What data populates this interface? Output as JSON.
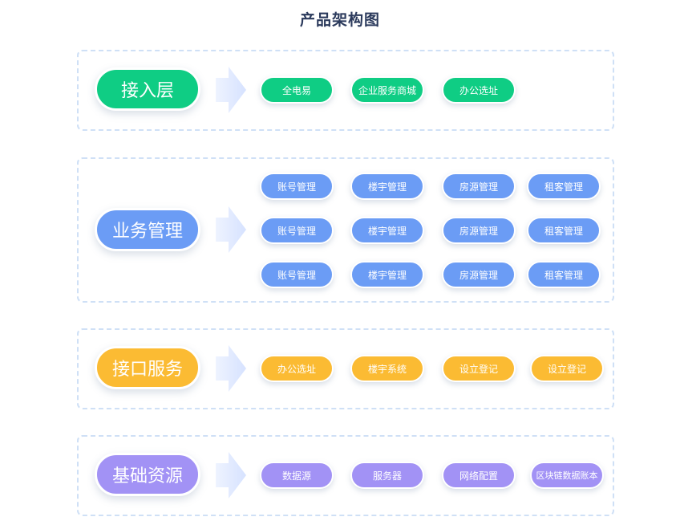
{
  "title": "产品架构图",
  "colors": {
    "green": "#0fcd84",
    "blue": "#6b9cf5",
    "yellow": "#fbbb33",
    "purple": "#a292f5",
    "border": "#cfe0f6"
  },
  "layers": [
    {
      "label": "接入层",
      "items": [
        "全电易",
        "企业服务商城",
        "办公选址"
      ]
    },
    {
      "label": "业务管理",
      "items": [
        "账号管理",
        "楼宇管理",
        "房源管理",
        "租客管理",
        "账号管理",
        "楼宇管理",
        "房源管理",
        "租客管理",
        "账号管理",
        "楼宇管理",
        "房源管理",
        "租客管理"
      ]
    },
    {
      "label": "接口服务",
      "items": [
        "办公选址",
        "楼宇系统",
        "设立登记",
        "设立登记"
      ]
    },
    {
      "label": "基础资源",
      "items": [
        "数据源",
        "服务器",
        "网络配置",
        "区块链数据账本"
      ]
    }
  ]
}
